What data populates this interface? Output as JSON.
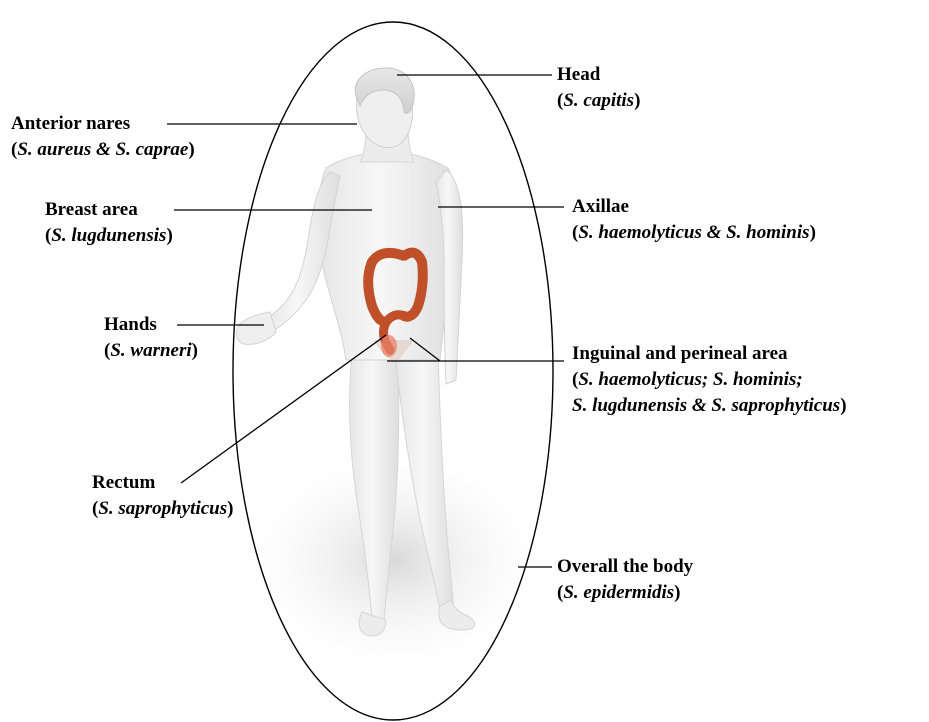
{
  "labels": {
    "head": {
      "title": "Head",
      "species_open": "(",
      "species": "S. capitis",
      "species_close": ")"
    },
    "anterior_nares": {
      "title": "Anterior nares",
      "species_open": "(",
      "species": "S. aureus & S. caprae",
      "species_close": ")"
    },
    "breast_area": {
      "title": "Breast area",
      "species_open": "(",
      "species": "S. lugdunensis",
      "species_close": ")"
    },
    "axillae": {
      "title": "Axillae",
      "species_open": "(",
      "species": "S. haemolyticus & S. hominis",
      "species_close": ")"
    },
    "hands": {
      "title": "Hands",
      "species_open": "(",
      "species": "S. warneri",
      "species_close": ")"
    },
    "inguinal": {
      "title": "Inguinal and perineal area",
      "line1_open": "(",
      "line1": "S. haemolyticus; S. hominis;",
      "line2": "S. lugdunensis & S. saprophyticus",
      "line2_close": ")"
    },
    "rectum": {
      "title": "Rectum",
      "species_open": "(",
      "species": "S. saprophyticus",
      "species_close": ")"
    },
    "overall": {
      "title": "Overall the body",
      "species_open": "(",
      "species": "S. epidermidis",
      "species_close": ")"
    }
  },
  "colors": {
    "line": "#000000",
    "body_fill": "#f1f1f1",
    "body_shade": "#d9d9d9",
    "colon": "#c0502a"
  }
}
